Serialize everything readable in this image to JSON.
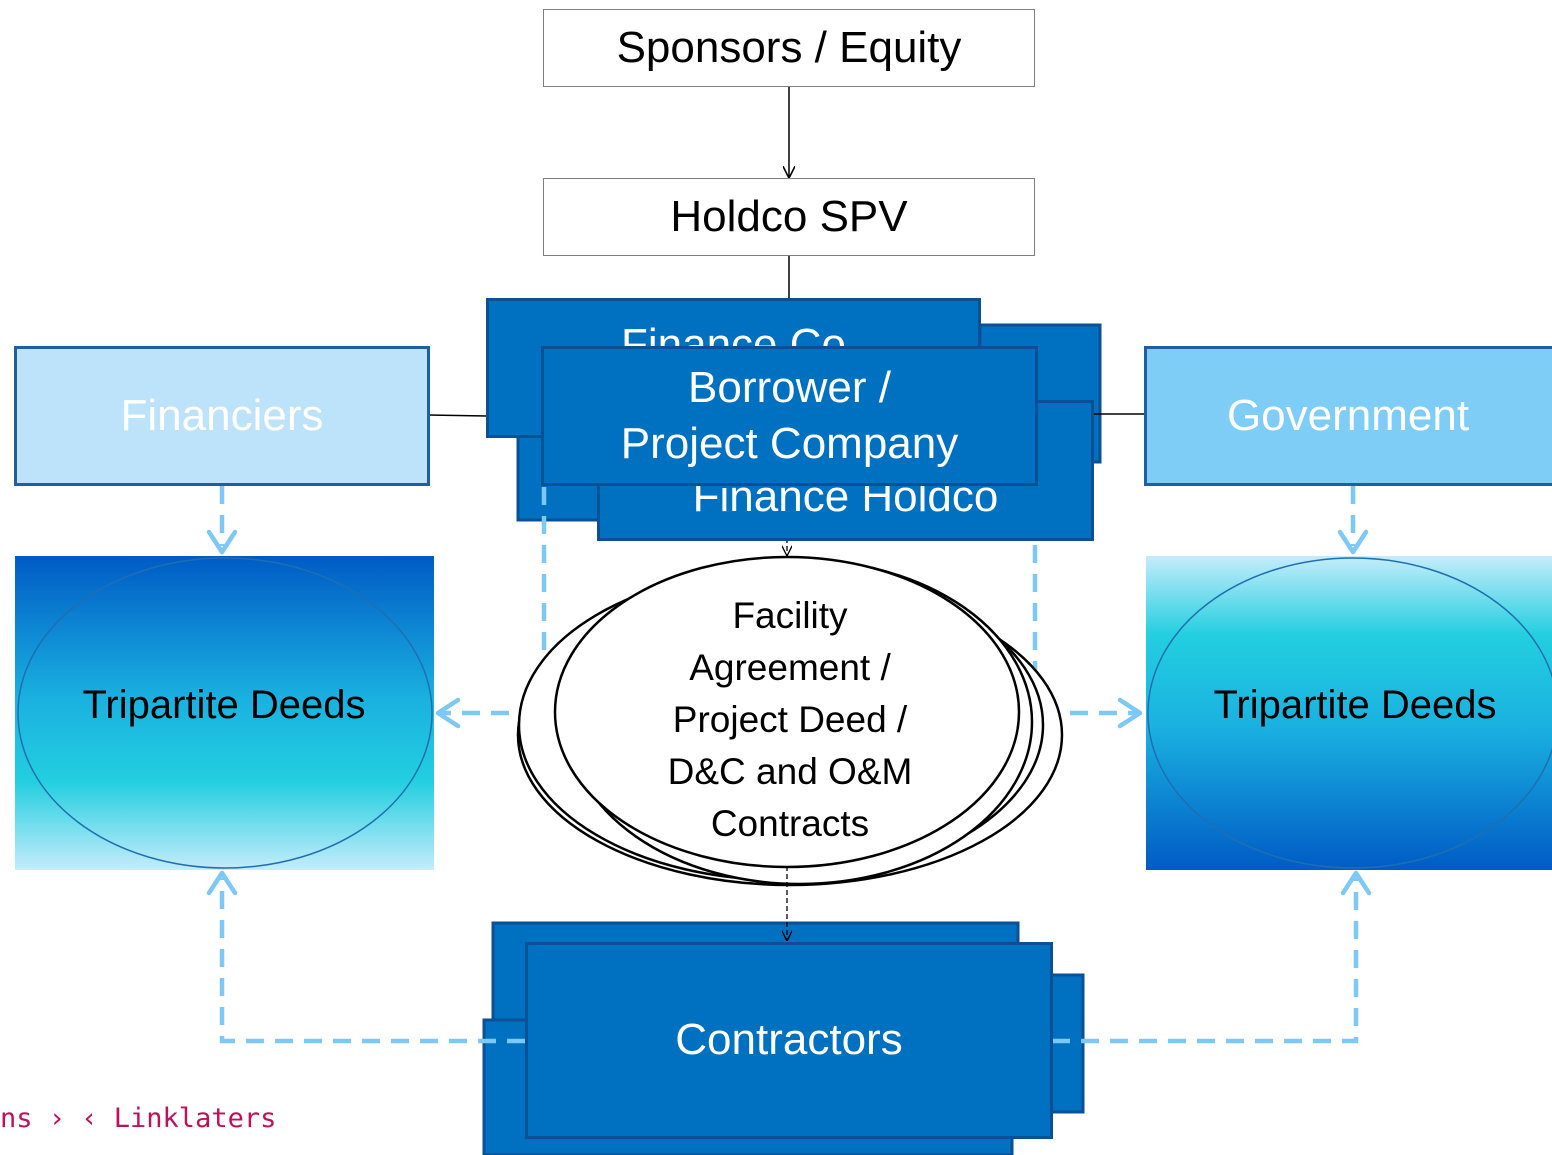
{
  "nodes": {
    "sponsors": "Sponsors / Equity",
    "holdco_spv": "Holdco SPV",
    "finance_co": "Finance Co",
    "borrower_line1": "Borrower /",
    "borrower_line2": "Project Company",
    "finance_holdco": "Finance Holdco",
    "financiers": "Financiers",
    "government": "Government",
    "tripartite_left": "Tripartite Deeds",
    "tripartite_right": "Tripartite Deeds",
    "contractors": "Contractors"
  },
  "facility": {
    "line1": "Facility",
    "line2": "Agreement /",
    "line3": "Project Deed /",
    "line4": "D&C and O&M",
    "line5": "Contracts"
  },
  "footer": {
    "text": "ns › ‹ Linklaters"
  },
  "colors": {
    "dark_blue": "#0070c0",
    "light_blue": "#bde3fb",
    "mid_blue": "#7ecdf7",
    "dashed_arrow": "#7cc8f6",
    "footer_text": "#c0105c"
  }
}
